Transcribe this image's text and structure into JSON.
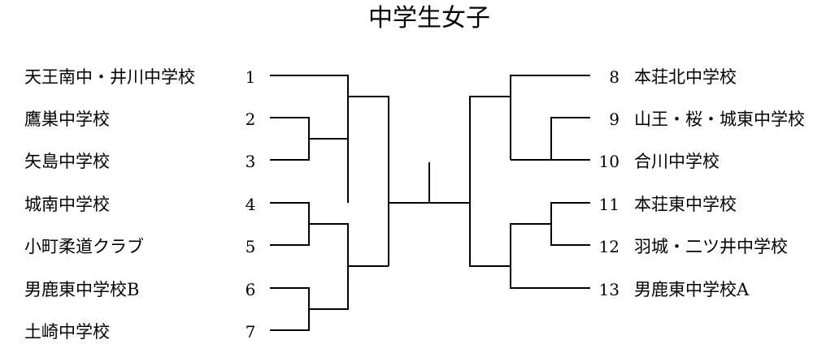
{
  "title": "中学生女子",
  "left_teams": [
    {
      "seed": "1",
      "name": "天王南中・井川中学校"
    },
    {
      "seed": "2",
      "name": "鷹巣中学校"
    },
    {
      "seed": "3",
      "name": "矢島中学校"
    },
    {
      "seed": "4",
      "name": "城南中学校"
    },
    {
      "seed": "5",
      "name": "小町柔道クラブ"
    },
    {
      "seed": "6",
      "name": "男鹿東中学校B"
    },
    {
      "seed": "7",
      "name": "土崎中学校"
    }
  ],
  "right_teams": [
    {
      "seed": "8",
      "name": "本荘北中学校"
    },
    {
      "seed": "9",
      "name": "山王・桜・城東中学校"
    },
    {
      "seed": "10",
      "name": "合川中学校"
    },
    {
      "seed": "11",
      "name": "本荘東中学校"
    },
    {
      "seed": "12",
      "name": "羽城・二ツ井中学校"
    },
    {
      "seed": "13",
      "name": "男鹿東中学校A"
    }
  ]
}
